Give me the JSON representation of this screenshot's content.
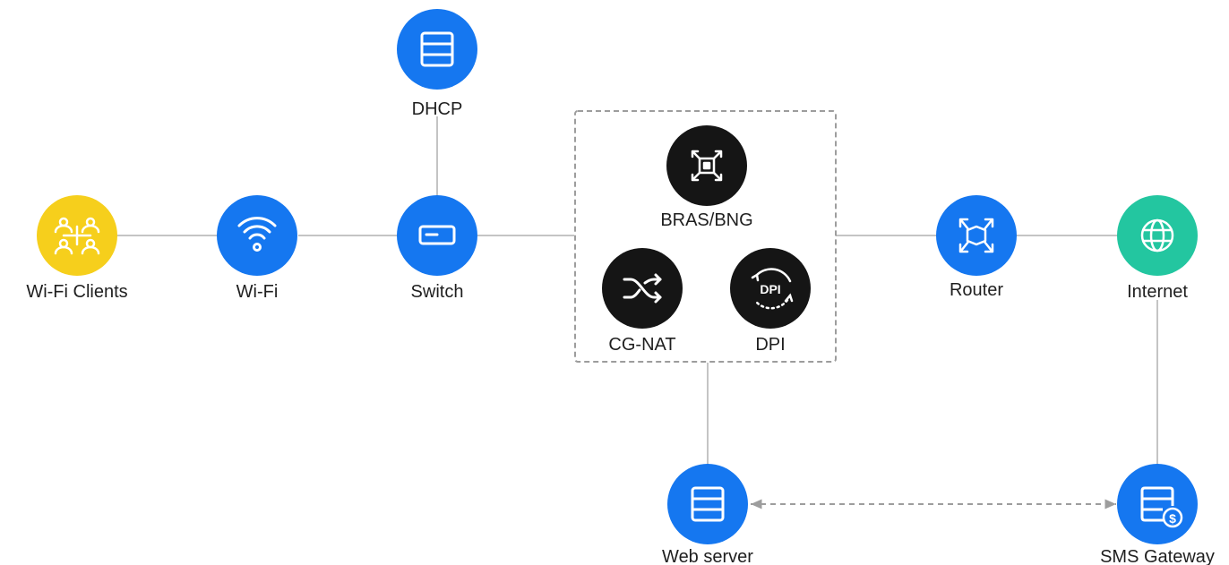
{
  "colors": {
    "blue": "#1577f0",
    "yellow": "#f6cf1c",
    "teal": "#23c6a0",
    "black": "#151515",
    "connector": "#c4c4c4",
    "dashed_box": "#9d9d9d",
    "label": "#1f1f1f"
  },
  "nodes": {
    "dhcp": {
      "label": "DHCP",
      "icon": "server-icon"
    },
    "wifi_clients": {
      "label": "Wi-Fi Clients",
      "icon": "users-network-icon"
    },
    "wifi": {
      "label": "Wi-Fi",
      "icon": "wifi-icon"
    },
    "switch": {
      "label": "Switch",
      "icon": "switch-icon"
    },
    "bras": {
      "label": "BRAS/BNG",
      "icon": "bng-icon"
    },
    "cgnat": {
      "label": "CG-NAT",
      "icon": "shuffle-icon"
    },
    "dpi": {
      "label": "DPI",
      "icon": "dpi-icon",
      "badge": "DPI"
    },
    "router": {
      "label": "Router",
      "icon": "router-icon"
    },
    "internet": {
      "label": "Internet",
      "icon": "globe-icon"
    },
    "web_server": {
      "label": "Web server",
      "icon": "server-icon"
    },
    "sms_gateway": {
      "label": "SMS Gateway",
      "icon": "billing-server-icon",
      "badge": "$"
    }
  }
}
